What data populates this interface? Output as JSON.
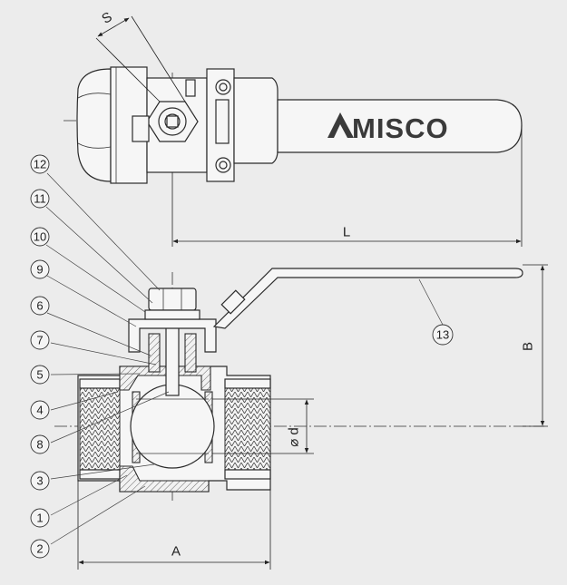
{
  "brand": {
    "text": "MISCO",
    "accent_color": "#3a3a3a"
  },
  "dimensions": {
    "S": "S",
    "L": "L",
    "B": "B",
    "A": "A",
    "d": "⌀ d"
  },
  "parts": [
    {
      "id": "p12",
      "label": "12"
    },
    {
      "id": "p11",
      "label": "11"
    },
    {
      "id": "p10",
      "label": "10"
    },
    {
      "id": "p9",
      "label": "9"
    },
    {
      "id": "p6",
      "label": "6"
    },
    {
      "id": "p7",
      "label": "7"
    },
    {
      "id": "p5",
      "label": "5"
    },
    {
      "id": "p4",
      "label": "4"
    },
    {
      "id": "p8",
      "label": "8"
    },
    {
      "id": "p3",
      "label": "3"
    },
    {
      "id": "p1",
      "label": "1"
    },
    {
      "id": "p2",
      "label": "2"
    },
    {
      "id": "p13",
      "label": "13"
    }
  ]
}
